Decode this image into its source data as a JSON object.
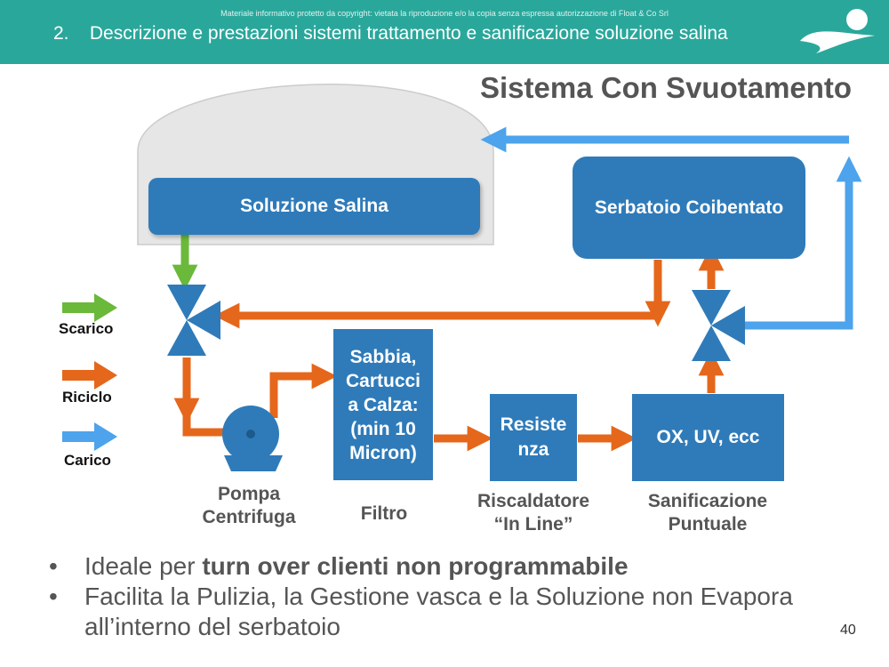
{
  "header": {
    "copyright": "Materiale informativo protetto da copyright: vietata la riproduzione e/o la copia senza espressa autorizzazione di Float & Co Srl",
    "number": "2.",
    "title": "Descrizione e prestazioni sistemi trattamento e sanificazione soluzione salina"
  },
  "title": "Sistema Con Svuotamento",
  "diagram": {
    "boxes": {
      "soluzione_salina": "Soluzione Salina",
      "serbatoio": "Serbatoio Coibentato",
      "filtro_box": "Sabbia,\nCartucci\na Calza:\n(min 10\nMicron)",
      "resistenza": "Resiste\nnza",
      "ox_uv": "OX, UV, ecc"
    },
    "labels": {
      "pompa": "Pompa\nCentrifuga",
      "filtro": "Filtro",
      "riscaldatore": "Riscaldatore\n“In Line”",
      "sanificazione": "Sanificazione\nPuntuale"
    },
    "legend": {
      "scarico": "Scarico",
      "riciclo": "Riciclo",
      "carico": "Carico"
    },
    "colors": {
      "box": "#2f7bb9",
      "scarico": "#6ab93a",
      "riciclo": "#e5671b",
      "carico": "#4da3ec",
      "header": "#2aa79b"
    }
  },
  "bullets": [
    {
      "prefix": "Ideale per ",
      "bold": "turn over clienti non programmabile"
    },
    {
      "text": "Facilita la Pulizia, la Gestione vasca e la Soluzione non Evapora all’interno del serbatoio"
    }
  ],
  "page_number": "40"
}
